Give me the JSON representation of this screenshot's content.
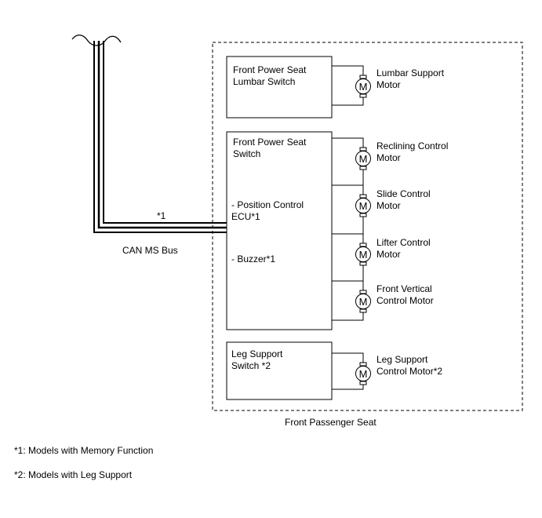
{
  "bus": {
    "star_label": "*1",
    "name": "CAN MS Bus"
  },
  "container": {
    "label": "Front Passenger Seat"
  },
  "switches": {
    "lumbar": "Front Power Seat\nLumbar Switch",
    "power_seat": "Front Power Seat\nSwitch",
    "position_ecu": "- Position Control\nECU*1",
    "buzzer": "- Buzzer*1",
    "leg_support": "Leg Support\nSwitch *2"
  },
  "motor_symbol": "M",
  "motors": [
    {
      "id": "lumbar",
      "label": "Lumbar Support\nMotor"
    },
    {
      "id": "reclining",
      "label": "Reclining Control\nMotor"
    },
    {
      "id": "slide",
      "label": "Slide Control\nMotor"
    },
    {
      "id": "lifter",
      "label": "Lifter Control\nMotor"
    },
    {
      "id": "front-vertical",
      "label": "Front Vertical\nControl Motor"
    },
    {
      "id": "leg-support",
      "label": "Leg Support\nControl Motor*2"
    }
  ],
  "notes": [
    "*1: Models with Memory Function",
    "*2: Models with Leg Support"
  ]
}
